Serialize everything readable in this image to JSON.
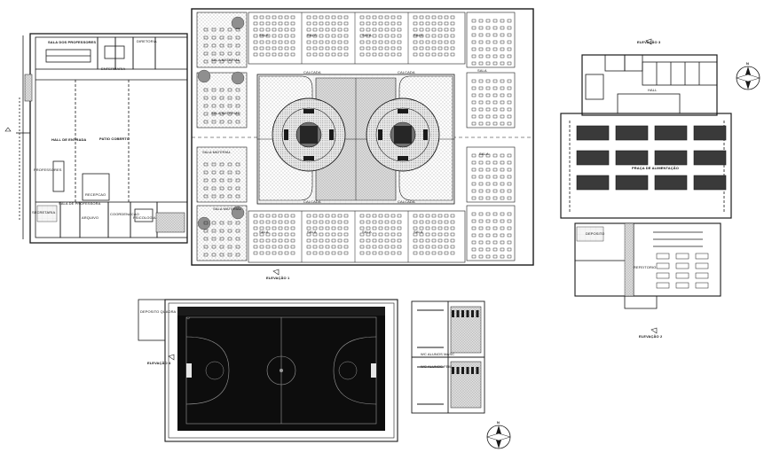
{
  "labels": {
    "sala_professores": "SALA DOS PROFESSORES",
    "diretoria": "DIRETORIA",
    "enfermaria": "ENFERMARIA",
    "professores": "PROFESSORES",
    "hall_entrada": "HALL DE ENTRADA",
    "patio_coberto": "PATIO COBERTO",
    "recepcao": "RECEPCAO",
    "secretaria": "SECRETARIA",
    "sala_professora": "SALA DE PROFESSORA",
    "arquivo": "ARQUIVO",
    "coordenacao": "COORDENACAO",
    "psicologia": "PSICOLOGIA",
    "sala_material": "SALA MATERIAL",
    "sala": "SALA",
    "calcada": "CALCADA",
    "elevacao_1": "ELEVAÇÃO 1",
    "elevacao_2": "ELEVAÇÃO 2",
    "elevacao_3": "ELEVAÇÃO 3",
    "elevacao_4": "ELEVAÇÃO 4",
    "hall": "HALL",
    "praca_alimentacao": "PRAÇA DE ALIMENTAÇÃO",
    "refeitorio": "REFEITORIO",
    "deposito": "DEPOSITO",
    "deposito_quadra": "DEPOSITO QUADRA",
    "wc_alunos_masc": "WC ALUNOS MASC",
    "wc_alunos_fem": "WC ALUNOS FEM",
    "north": "N"
  },
  "colors": {
    "line": "#1a1a1a",
    "hatch": "#b4b4b4",
    "court": "#0d0d0d",
    "background": "#ffffff"
  }
}
